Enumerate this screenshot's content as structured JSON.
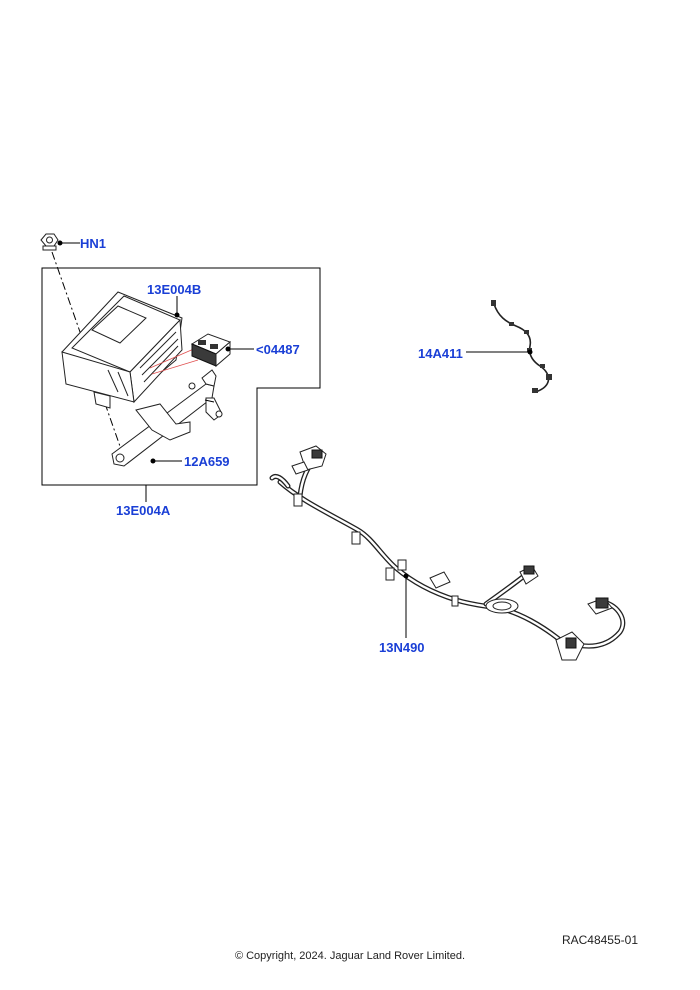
{
  "callouts": {
    "hn1": "HN1",
    "module_b": "13E004B",
    "connector": "<04487",
    "bracket": "12A659",
    "module_a": "13E004A",
    "sensor_harness": "14A411",
    "main_harness": "13N490"
  },
  "footer": {
    "ref": "RAC48455-01",
    "copyright": "© Copyright, 2024. Jaguar Land Rover Limited."
  },
  "colors": {
    "callout": "#1a3fd6",
    "accent_line": "#e05050"
  }
}
